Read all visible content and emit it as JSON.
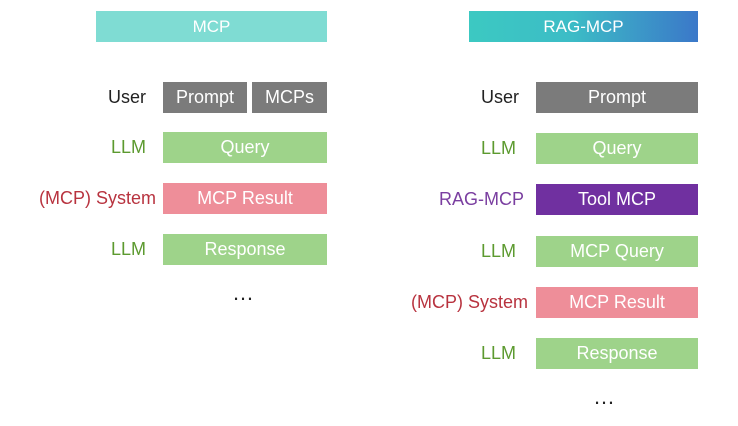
{
  "colors": {
    "mcp_header": "#7fdcd3",
    "rag_header_from": "#3cc9c2",
    "rag_header_to": "#3b78c9",
    "gray": "#7b7b7b",
    "green": "#9ed38a",
    "pink": "#ee8e99",
    "purple": "#7030a0",
    "label_black": "#222222",
    "label_green": "#5c9a2f",
    "label_red": "#b8333f",
    "label_purple": "#7a3ea0"
  },
  "mcp": {
    "title": "MCP",
    "rows": [
      {
        "label": "User",
        "boxes": [
          "Prompt",
          "MCPs"
        ]
      },
      {
        "label": "LLM",
        "box": "Query"
      },
      {
        "label": "(MCP) System",
        "box": "MCP Result"
      },
      {
        "label": "LLM",
        "box": "Response"
      }
    ],
    "more": "…"
  },
  "rag_mcp": {
    "title": "RAG-MCP",
    "rows": [
      {
        "label": "User",
        "box": "Prompt"
      },
      {
        "label": "LLM",
        "box": "Query"
      },
      {
        "label": "RAG-MCP",
        "box": "Tool MCP"
      },
      {
        "label": "LLM",
        "box": "MCP Query"
      },
      {
        "label": "(MCP) System",
        "box": "MCP Result"
      },
      {
        "label": "LLM",
        "box": "Response"
      }
    ],
    "more": "…"
  }
}
